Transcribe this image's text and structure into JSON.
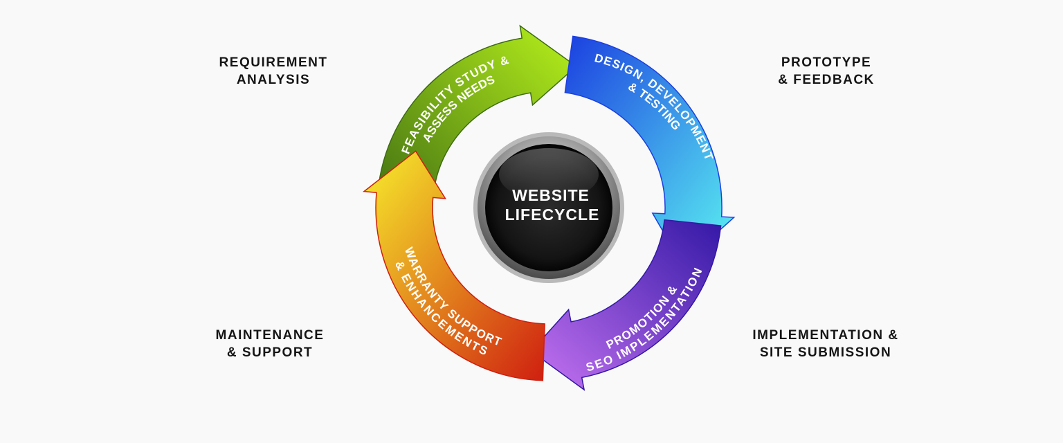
{
  "center": {
    "line1": "WEBSITE",
    "line2": "LIFECYCLE"
  },
  "stages": [
    {
      "id": "feasibility",
      "arrow_line1": "FEASIBILITY STUDY &",
      "arrow_line2": "ASSESS NEEDS",
      "outer_line1": "REQUIREMENT",
      "outer_line2": "ANALYSIS",
      "color_start": "#3d6b12",
      "color_end": "#b8f21c"
    },
    {
      "id": "design",
      "arrow_line1": "DESIGN, DEVELOPMENT",
      "arrow_line2": "& TESTING",
      "outer_line1": "PROTOTYPE",
      "outer_line2": "& FEEDBACK",
      "color_start": "#1b3fe0",
      "color_end": "#5cf4f2"
    },
    {
      "id": "promotion",
      "arrow_line1": "PROMOTION &",
      "arrow_line2": "SEO IMPLEMENTATION",
      "outer_line1": "IMPLEMENTATION &",
      "outer_line2": "SITE SUBMISSION",
      "color_start": "#3318a6",
      "color_end": "#c774f2"
    },
    {
      "id": "warranty",
      "arrow_line1": "WARRANTY SUPPORT",
      "arrow_line2": "& ENHANCEMENTS",
      "outer_line1": "MAINTENANCE",
      "outer_line2": "& SUPPORT",
      "color_start": "#cf1f10",
      "color_end": "#f7ef2c"
    }
  ]
}
